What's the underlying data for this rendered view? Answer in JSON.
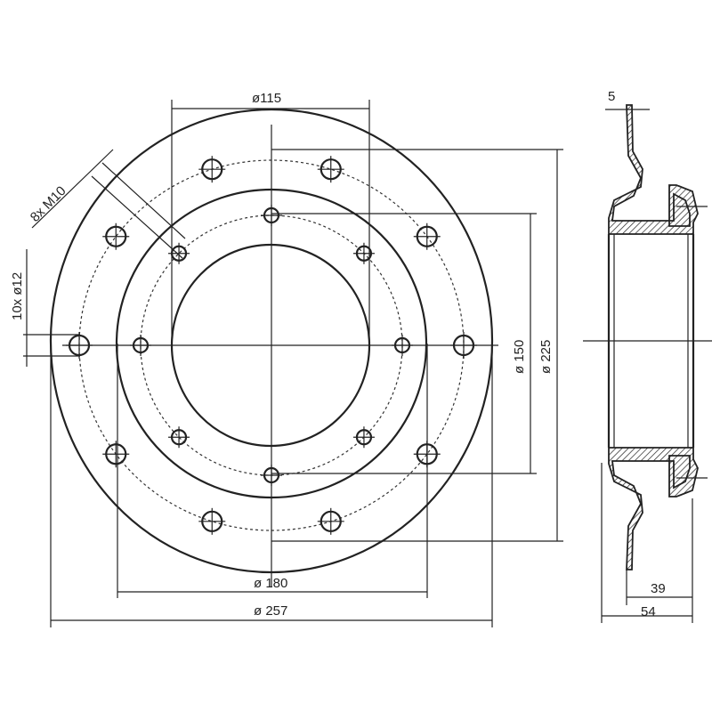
{
  "title": "Flange technical drawing",
  "front_view": {
    "dim_inner_bore": "ø115",
    "dim_inner_bolt_circle": "ø 150",
    "dim_outer_bolt_circle": "ø 225",
    "dim_mid_diameter": "ø 180",
    "dim_outer_diameter": "ø 257",
    "callout_threads": "8x M10",
    "callout_holes": "10x ø12"
  },
  "side_view": {
    "dim_thickness": "5",
    "dim_depth_inner": "39",
    "dim_depth_total": "54"
  },
  "colors": {
    "line": "#222222",
    "background": "#ffffff"
  }
}
